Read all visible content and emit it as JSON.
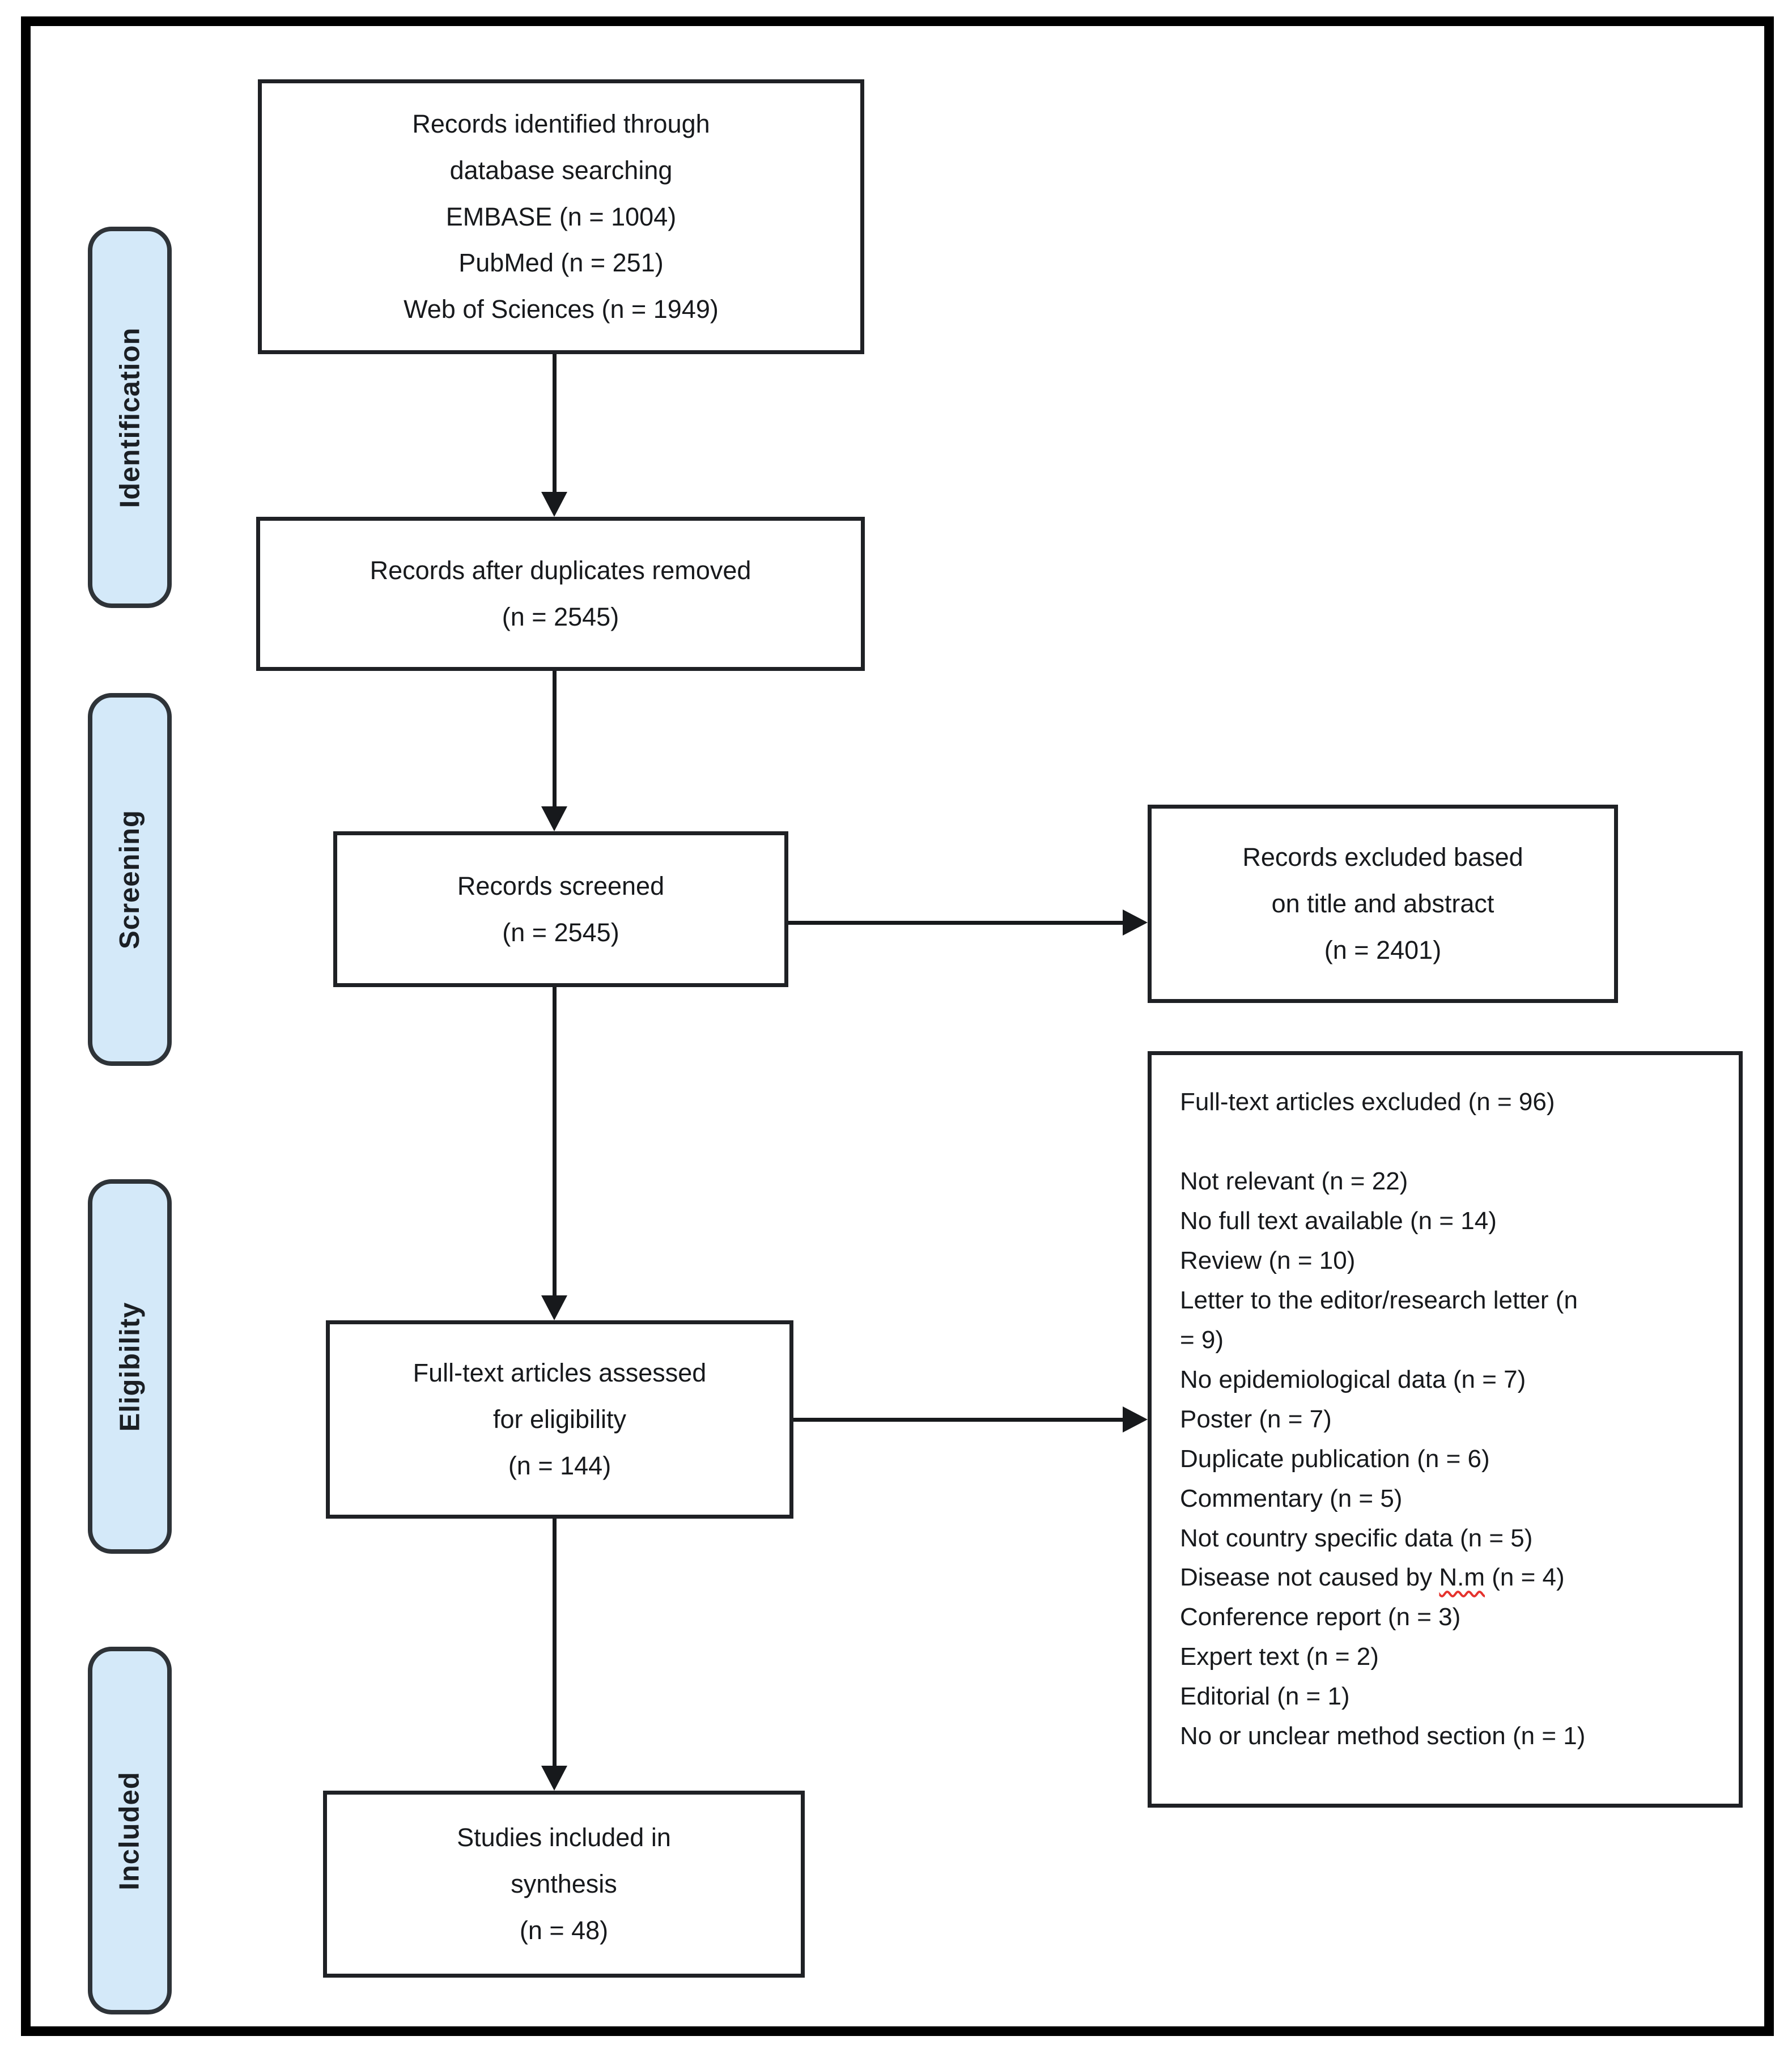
{
  "diagram": {
    "stages": {
      "identification": "Identification",
      "screening": "Screening",
      "eligibility": "Eligibility",
      "included": "Included"
    },
    "boxes": {
      "identified": {
        "lines": [
          "Records identified through",
          "database searching",
          "EMBASE (n = 1004)",
          "PubMed (n = 251)",
          "Web of Sciences (n = 1949)"
        ]
      },
      "deduplicated": {
        "lines": [
          "Records after duplicates removed",
          "(n = 2545)"
        ]
      },
      "screened": {
        "lines": [
          "Records screened",
          "(n = 2545)"
        ]
      },
      "excluded_title_abstract": {
        "lines": [
          "Records excluded based",
          "on title and abstract",
          "(n = 2401)"
        ]
      },
      "assessed": {
        "lines": [
          "Full-text articles assessed",
          "for eligibility",
          "(n = 144)"
        ]
      },
      "fulltext_excluded": {
        "title": "Full-text articles excluded (n = 96)",
        "rows": [
          {
            "text": "Not relevant (n = 22)"
          },
          {
            "text": "No full text available (n = 14)"
          },
          {
            "text": "Review (n = 10)"
          },
          {
            "text": "Letter to the editor/research letter (n"
          },
          {
            "text": "= 9)"
          },
          {
            "text": "No epidemiological data (n = 7)"
          },
          {
            "text": "Poster (n = 7)"
          },
          {
            "text": "Duplicate publication (n = 6)"
          },
          {
            "text": "Commentary (n = 5)"
          },
          {
            "text": "Not country specific data (n = 5)"
          },
          {
            "pre": "Disease not caused by ",
            "underlined": "N.m",
            "post": " (n = 4)"
          },
          {
            "text": "Conference report (n = 3)"
          },
          {
            "text": "Expert text (n = 2)"
          },
          {
            "text": "Editorial (n = 1)"
          },
          {
            "text": "No or unclear method section (n = 1)"
          }
        ]
      },
      "included_synthesis": {
        "lines": [
          "Studies included in",
          "synthesis",
          "(n = 48)"
        ]
      }
    },
    "colors": {
      "stage_fill": "#d4e9f9",
      "stage_border": "#2e3338",
      "box_border": "#1f2125",
      "arrow": "#17191c",
      "spellcheck_underline": "#e5322d"
    }
  }
}
